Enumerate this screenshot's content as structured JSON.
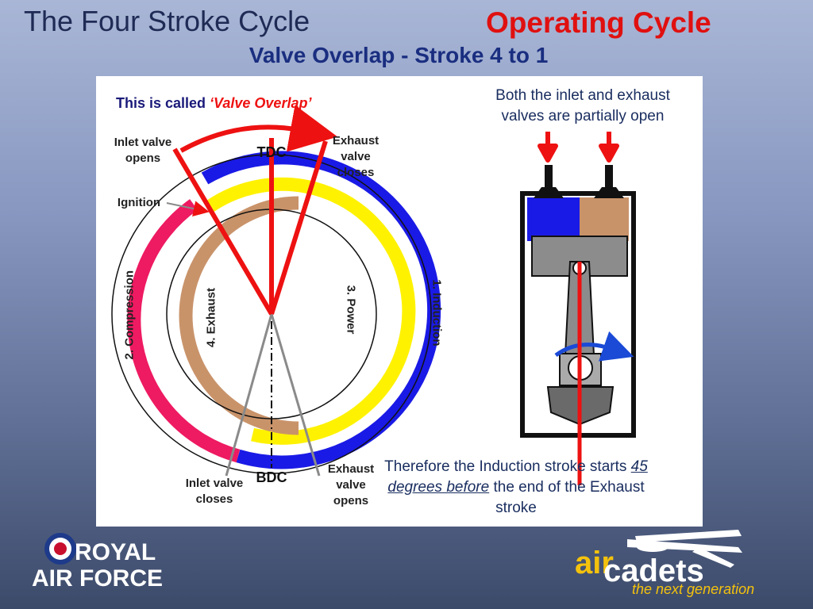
{
  "header": {
    "slide_title": "The Four Stroke Cycle",
    "section_title": "Operating Cycle",
    "sub_title": "Valve Overlap - Stroke 4 to 1"
  },
  "diagram": {
    "called_prefix": "This is called ",
    "called_term": "‘Valve Overlap’",
    "tdc": "TDC",
    "bdc": "BDC",
    "inlet_opens": "Inlet valve opens",
    "exhaust_closes": "Exhaust valve closes",
    "ignition": "Ignition",
    "compression": "2. Compression",
    "exhaust": "4. Exhaust",
    "power": "3. Power",
    "induction": "1. Induction",
    "inlet_closes": "Inlet valve closes",
    "exhaust_opens": "Exhaust valve opens",
    "both_open_note": "Both the inlet and exhaust valves are partially open",
    "therefore_a": "Therefore the Induction stroke starts ",
    "therefore_em": "45 degrees before",
    "therefore_b": " the end of the Exhaust stroke",
    "colors": {
      "induction": "#1a1ae6",
      "compression": "#ee1a62",
      "power": "#fff200",
      "exhaust": "#c9936a",
      "pointer": "#ee1111"
    }
  },
  "logos": {
    "raf_line1": "ROYAL",
    "raf_line2": "AIR FORCE",
    "air": "air",
    "cadets": "cadets",
    "tagline": "the next generation"
  }
}
